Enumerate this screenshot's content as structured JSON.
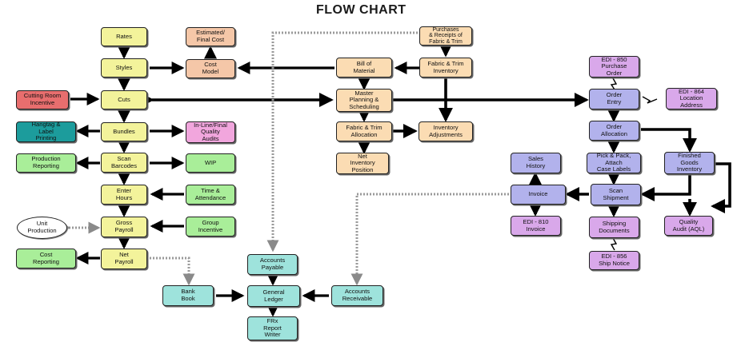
{
  "title": "FLOW CHART",
  "nodes": {
    "rates": "Rates",
    "estimated_final_cost": "Estimated/\nFinal Cost",
    "purchases_receipts": "Purchases\n& Receipts of\nFabric & Trim",
    "styles": "Styles",
    "cost_model": "Cost\nModel",
    "bill_of_material": "Bill of\nMaterial",
    "fabric_trim_inventory": "Fabric & Trim\nInventory",
    "edi_850": "EDI - 850\nPurchase\nOrder",
    "cutting_room_incentive": "Cutting Room\nIncentive",
    "cuts": "Cuts",
    "master_planning": "Master\nPlanning &\nScheduling",
    "order_entry": "Order\nEntry",
    "edi_864": "EDI - 864\nLocation\nAddress",
    "hangtag_label_printing": "Hangtag &\nLabel\nPrinting",
    "bundles": "Bundles",
    "inline_final_quality_audits": "In-Line/Final\nQuality\nAudits",
    "fabric_trim_allocation": "Fabric & Trim\nAllocation",
    "inventory_adjustments": "Inventory\nAdjustments",
    "order_allocation": "Order\nAllocation",
    "production_reporting": "Production\nReporting",
    "scan_barcodes": "Scan\nBarcodes",
    "wip": "WIP",
    "net_inventory_position": "Net\nInventory\nPosition",
    "sales_history": "Sales\nHistory",
    "pick_pack": "Pick & Pack,\nAttach\nCase Labels",
    "finished_goods_inventory": "Finished\nGoods\nInventory",
    "enter_hours": "Enter\nHours",
    "time_attendance": "Time &\nAttendance",
    "invoice": "Invoice",
    "scan_shipment": "Scan\nShipment",
    "unit_production": "Unit\nProduction",
    "gross_payroll": "Gross\nPayroll",
    "group_incentive": "Group\nIncentive",
    "edi_810": "EDI - 810\nInvoice",
    "shipping_documents": "Shipping\nDocuments",
    "quality_audit": "Quality\nAudit (AQL)",
    "cost_reporting": "Cost\nReporting",
    "net_payroll": "Net\nPayroll",
    "accounts_payable": "Accounts\nPayable",
    "edi_856": "EDI - 856\nShip Notice",
    "bank_book": "Bank\nBook",
    "general_ledger": "General\nLedger",
    "accounts_receivable": "Accounts\nReceivable",
    "frx_report_writer": "FRx\nReport\nWriter"
  },
  "colors": {
    "node_yellow": "#f3f39b",
    "node_peach": "#f5c7a8",
    "node_red": "#e86e6e",
    "node_teal": "#1c9c9c",
    "node_pink": "#f1a6dd",
    "node_green": "#a9ee99",
    "node_beige": "#fbdcb3",
    "node_periwinkle": "#b2b2ec",
    "node_lilac": "#d9a8ea",
    "node_mint": "#9ee3dc",
    "connector": "#000000",
    "dotted_connector": "#9a9a9a"
  }
}
